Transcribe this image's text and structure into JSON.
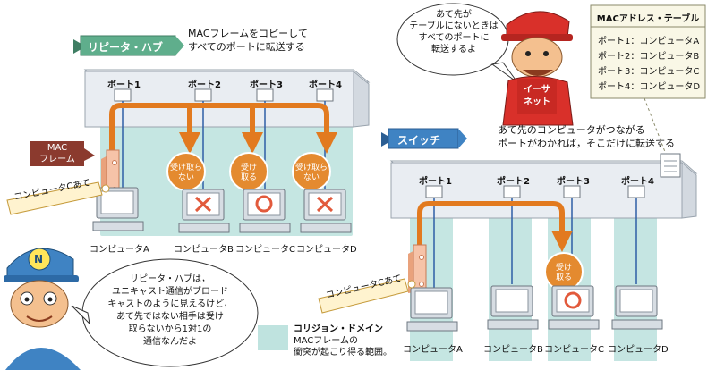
{
  "repeater": {
    "caption_line1": "MACフレームをコピーして",
    "caption_line2": "すべてのポートに転送する",
    "banner": "リピータ・ハブ",
    "ports": [
      "ポート1",
      "ポート2",
      "ポート3",
      "ポート4"
    ],
    "mac_frame_line1": "MAC",
    "mac_frame_line2": "フレーム",
    "dest_tag": "コンピュータCあて",
    "circles": [
      {
        "line1": "受け取ら",
        "line2": "ない"
      },
      {
        "line1": "受け",
        "line2": "取る"
      },
      {
        "line1": "受け取ら",
        "line2": "ない"
      }
    ],
    "computers": [
      "コンピュータA",
      "コンピュータB",
      "コンピュータC",
      "コンピュータD"
    ]
  },
  "switch": {
    "caption_line1": "あて先のコンピュータがつながる",
    "caption_line2": "ポートがわかれば，そこだけに転送する",
    "banner": "スイッチ",
    "ports": [
      "ポート1",
      "ポート2",
      "ポート3",
      "ポート4"
    ],
    "dest_tag": "コンピュータCあて",
    "circle": {
      "line1": "受け",
      "line2": "取る"
    },
    "computers": [
      "コンピュータA",
      "コンピュータB",
      "コンピュータC",
      "コンピュータD"
    ]
  },
  "mac_table": {
    "title": "MACアドレス・テーブル",
    "rows": [
      "ポート1：コンピュータA",
      "ポート2：コンピュータB",
      "ポート3：コンピュータC",
      "ポート4：コンピュータD"
    ]
  },
  "character_top": {
    "speech": [
      "あて先が",
      "テーブルにないときは",
      "すべてのポートに",
      "転送するよ"
    ],
    "badge_line1": "イーサ",
    "badge_line2": "ネット"
  },
  "character_bottom": {
    "badge": "N",
    "speech": [
      "リピータ・ハブは，",
      "ユニキャスト通信がブロード",
      "キャストのように見えるけど，",
      "あて先ではない相手は受け",
      "取らないから1対1の",
      "通信なんだよ"
    ]
  },
  "legend": {
    "line1": "コリジョン・ドメイン",
    "line2": "MACフレームの",
    "line3": "衝突が起こり得る範囲。"
  },
  "colors": {
    "domain": "#bfe3df",
    "arrow": "#e27a1f",
    "banner_green": "#5fae8c",
    "banner_blue": "#3f83c3",
    "device": "#e9edf2",
    "mark_red": "#e25a3c"
  }
}
